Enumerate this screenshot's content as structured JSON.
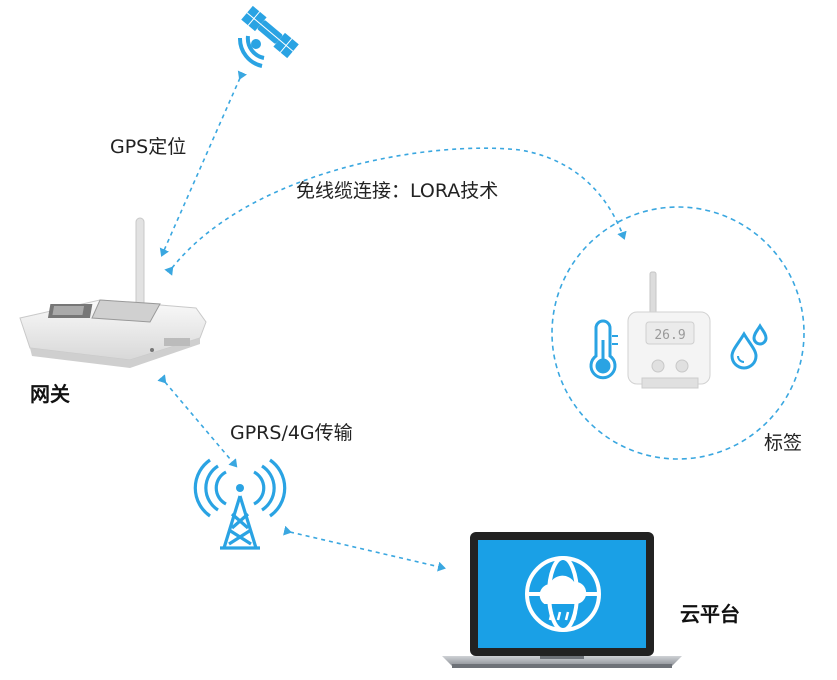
{
  "labels": {
    "gps": "GPS定位",
    "lora": "免线缆连接：LORA技术",
    "gprs": "GPRS/4G传输",
    "gateway": "网关",
    "tag": "标签",
    "cloud": "云平台"
  },
  "device_display": {
    "gateway_screen": "",
    "tag_screen": "26.9"
  },
  "colors": {
    "accent": "#2aa3e3",
    "link_dashes": "#3aa7e0",
    "laptop_screen": "#1aa0e6"
  },
  "icons": [
    "satellite-icon",
    "router-icon",
    "tower-icon",
    "laptop-icon",
    "globe-cloud-icon",
    "thermometer-icon",
    "water-drops-icon",
    "sensor-tag-icon"
  ]
}
